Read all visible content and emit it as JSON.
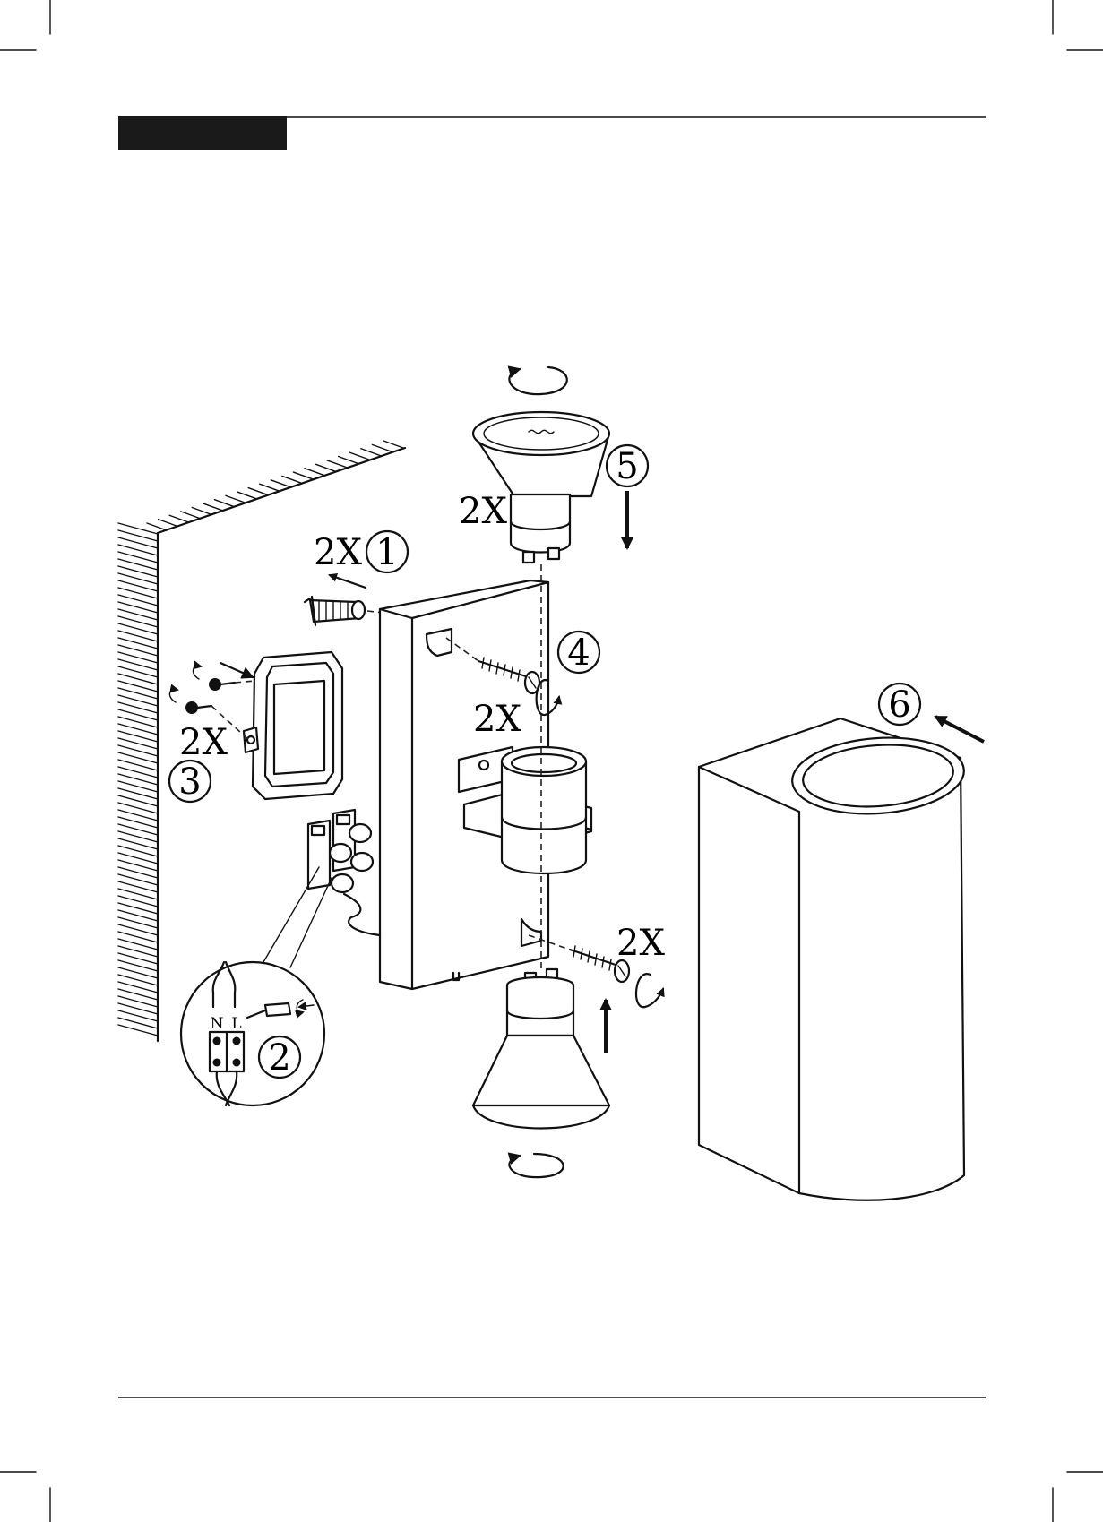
{
  "header": {
    "title_bar_color": "#1a1a1a"
  },
  "steps": [
    {
      "number": "1",
      "quantity": "2X",
      "action": "drill-and-insert-wall-plug"
    },
    {
      "number": "2",
      "quantity": "",
      "action": "connect-wires-to-terminal"
    },
    {
      "number": "3",
      "quantity": "2X",
      "action": "fix-junction-box-with-screws"
    },
    {
      "number": "4",
      "quantity": "2X",
      "action": "screw-lamp-to-wall"
    },
    {
      "number": "5",
      "quantity": "2X",
      "action": "insert-gu10-bulb"
    },
    {
      "number": "6",
      "quantity": "",
      "action": "fit-cover"
    }
  ],
  "labels": {
    "top_bulb_qty": "2X",
    "bottom_screw_qty": "2X",
    "terminal_neutral": "N",
    "terminal_live": "L"
  },
  "icons": [
    "rotate-clockwise-icon",
    "arrow-icon",
    "screw-icon",
    "wall-plug-icon",
    "gu10-bulb-icon",
    "terminal-block-icon",
    "junction-box-icon",
    "cylindrical-cover-icon"
  ]
}
